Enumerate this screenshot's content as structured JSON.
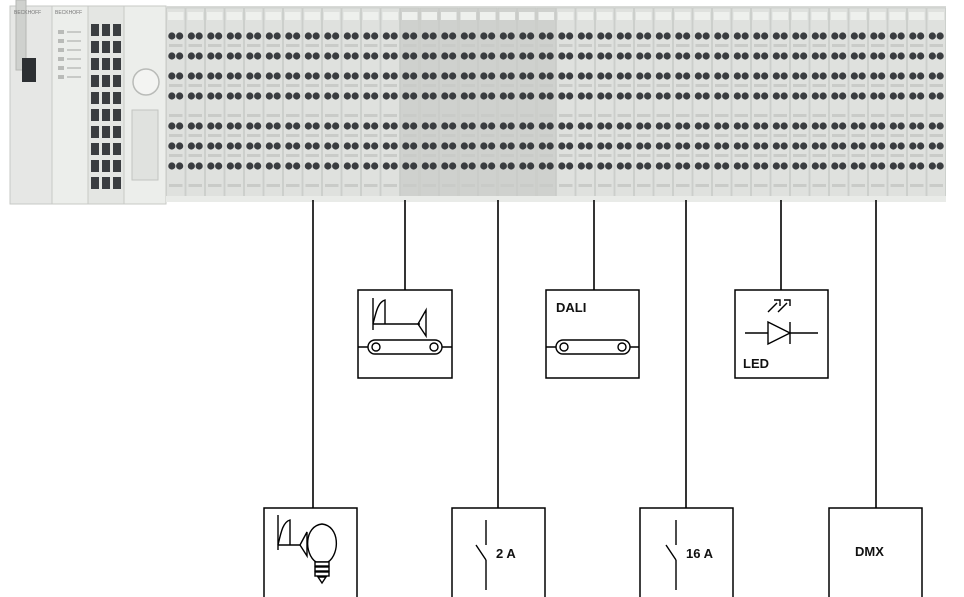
{
  "diagram": {
    "controller": {
      "cpu_header": "BECKHOFF",
      "coupler_header": "BECKHOFF"
    },
    "terminal_strip": {
      "terminal_count": 40
    },
    "loads": {
      "dali": {
        "label": "DALI"
      },
      "led": {
        "label": "LED"
      },
      "switch_2a": {
        "label": "2 A"
      },
      "switch_16a": {
        "label": "16 A"
      },
      "dmx": {
        "label": "DMX"
      }
    },
    "colors": {
      "line": "#000000",
      "terminal_body": "#d8dad7",
      "terminal_dark": "#3a3d40",
      "controller_body": "#e8e9e7"
    }
  }
}
